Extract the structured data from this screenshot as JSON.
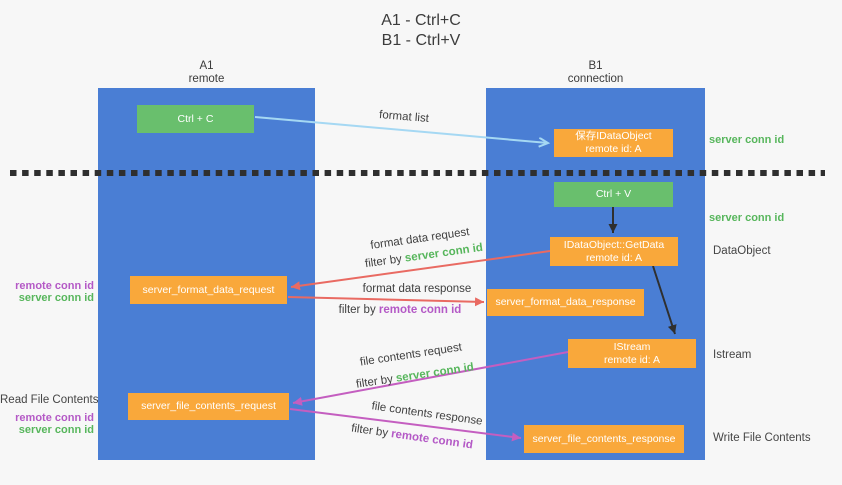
{
  "title": {
    "line1": "A1 - Ctrl+C",
    "line2": "B1 - Ctrl+V"
  },
  "lanes": {
    "left": {
      "name": "A1",
      "role": "remote"
    },
    "right": {
      "name": "B1",
      "role": "connection"
    }
  },
  "nodes": {
    "ctrl_c": {
      "label": "Ctrl + C"
    },
    "ctrl_v": {
      "label": "Ctrl + V"
    },
    "save_idataobject": {
      "line1": "保存IDataObject",
      "line2": "remote id: A"
    },
    "idataobject_getdata": {
      "line1": "IDataObject::GetData",
      "line2": "remote id: A"
    },
    "istream": {
      "line1": "IStream",
      "line2": "remote id: A"
    },
    "server_format_data_request": {
      "label": "server_format_data_request"
    },
    "server_format_data_response": {
      "label": "server_format_data_response"
    },
    "server_file_contents_request": {
      "label": "server_file_contents_request"
    },
    "server_file_contents_response": {
      "label": "server_file_contents_response"
    }
  },
  "flow_labels": {
    "format_list": "format list",
    "format_data_request": "format data request",
    "format_data_response": "format data response",
    "file_contents_request": "file contents request",
    "file_contents_response": "file contents response",
    "filter_by_prefix": "filter by ",
    "server_conn_id": "server conn id",
    "remote_conn_id": "remote conn id"
  },
  "right_labels": {
    "server_conn_id_top": "server conn id",
    "server_conn_id_mid": "server conn id",
    "dataobject": "DataObject",
    "istream": "Istream",
    "write_file_contents": "Write File Contents"
  },
  "left_labels": {
    "format_remote_conn_id": "remote conn id",
    "format_server_conn_id": "server conn id",
    "read_file_contents": "Read File Contents",
    "file_remote_conn_id": "remote conn id",
    "file_server_conn_id": "server conn id"
  },
  "colors": {
    "lane_blue": "#4a7ed4",
    "box_green": "#69bf6d",
    "box_orange": "#f9a83b",
    "conn_id_green": "#57b65c",
    "conn_id_purple": "#b459c6",
    "arrow_red": "#e96a62",
    "arrow_magenta": "#c45ec0",
    "arrow_light_blue": "#a5d8f3",
    "arrow_black": "#2f2f2f"
  }
}
